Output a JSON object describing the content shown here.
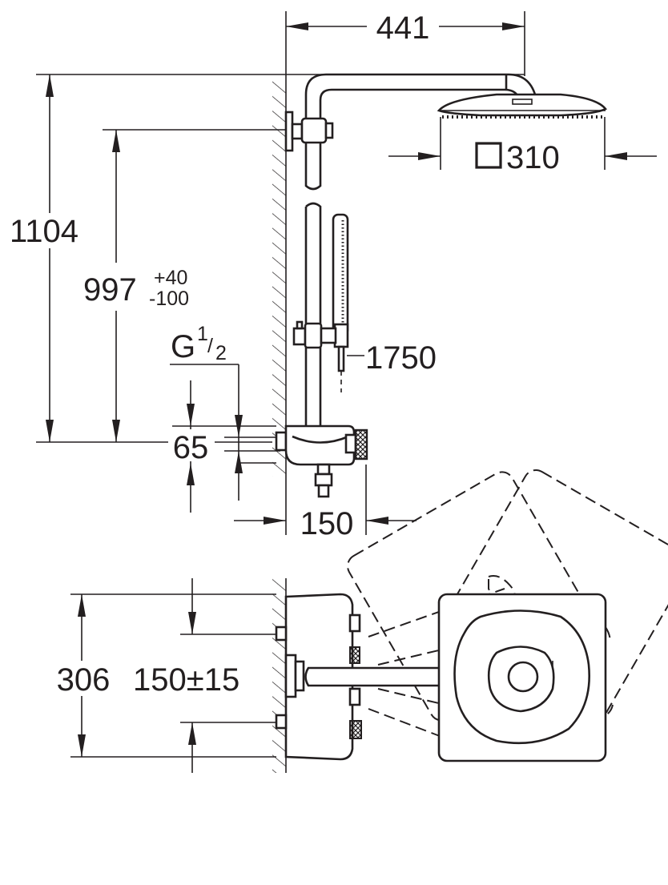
{
  "dimensions": {
    "overall_width": "441",
    "overall_height": "1104",
    "head_size": "310",
    "outlet_height": "997",
    "outlet_tol_plus": "+40",
    "outlet_tol_minus": "-100",
    "connection_label": "G",
    "connection_num": "1",
    "connection_den": "2",
    "connection_offset": "65",
    "hose_length": "1750",
    "mixer_depth": "150",
    "inlet_spacing": "306",
    "inlet_distance": "150±15"
  },
  "colors": {
    "line": "#231f20",
    "background": "#ffffff"
  },
  "icons": {
    "square_symbol": "square-symbol-icon",
    "wall_hatch": "wall-hatch-icon"
  }
}
